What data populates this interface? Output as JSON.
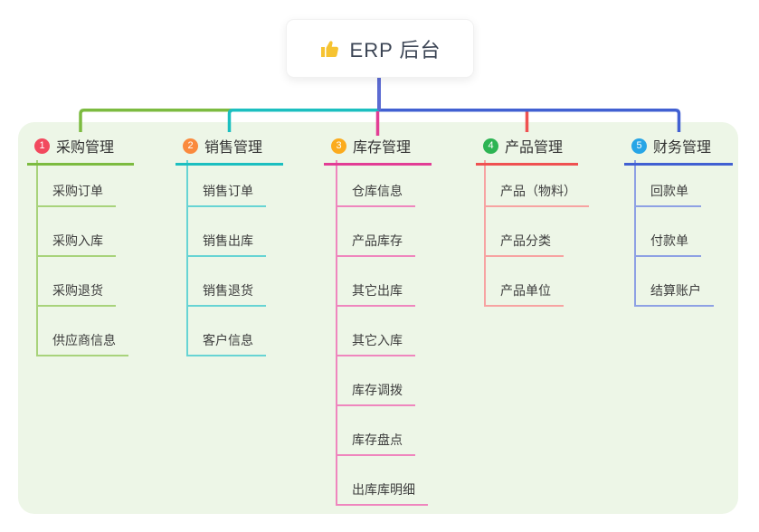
{
  "root": {
    "label": "ERP 后台",
    "icon": "thumbs-up-icon",
    "icon_color": "#f6c331"
  },
  "connector_colors": {
    "root_line": "#5c6bd2",
    "bus_right": "#4160d2"
  },
  "branches": [
    {
      "num": "1",
      "label": "采购管理",
      "badge_color": "#f2495e",
      "line_color": "#7cbb40",
      "child_line_color": "#a8d37b",
      "children": [
        "采购订单",
        "采购入库",
        "采购退货",
        "供应商信息"
      ]
    },
    {
      "num": "2",
      "label": "销售管理",
      "badge_color": "#fa8a3d",
      "line_color": "#1cbfc0",
      "child_line_color": "#67d4d4",
      "children": [
        "销售订单",
        "销售出库",
        "销售退货",
        "客户信息"
      ]
    },
    {
      "num": "3",
      "label": "库存管理",
      "badge_color": "#fbab1d",
      "line_color": "#e23d95",
      "child_line_color": "#ef86be",
      "children": [
        "仓库信息",
        "产品库存",
        "其它出库",
        "其它入库",
        "库存调拨",
        "库存盘点",
        "出库库明细"
      ]
    },
    {
      "num": "4",
      "label": "产品管理",
      "badge_color": "#2db453",
      "line_color": "#ef5151",
      "child_line_color": "#f7a3a2",
      "children": [
        "产品（物料）",
        "产品分类",
        "产品单位"
      ]
    },
    {
      "num": "5",
      "label": "财务管理",
      "badge_color": "#27a5e6",
      "line_color": "#4160d2",
      "child_line_color": "#8ea1e4",
      "children": [
        "回款单",
        "付款单",
        "结算账户"
      ]
    }
  ]
}
